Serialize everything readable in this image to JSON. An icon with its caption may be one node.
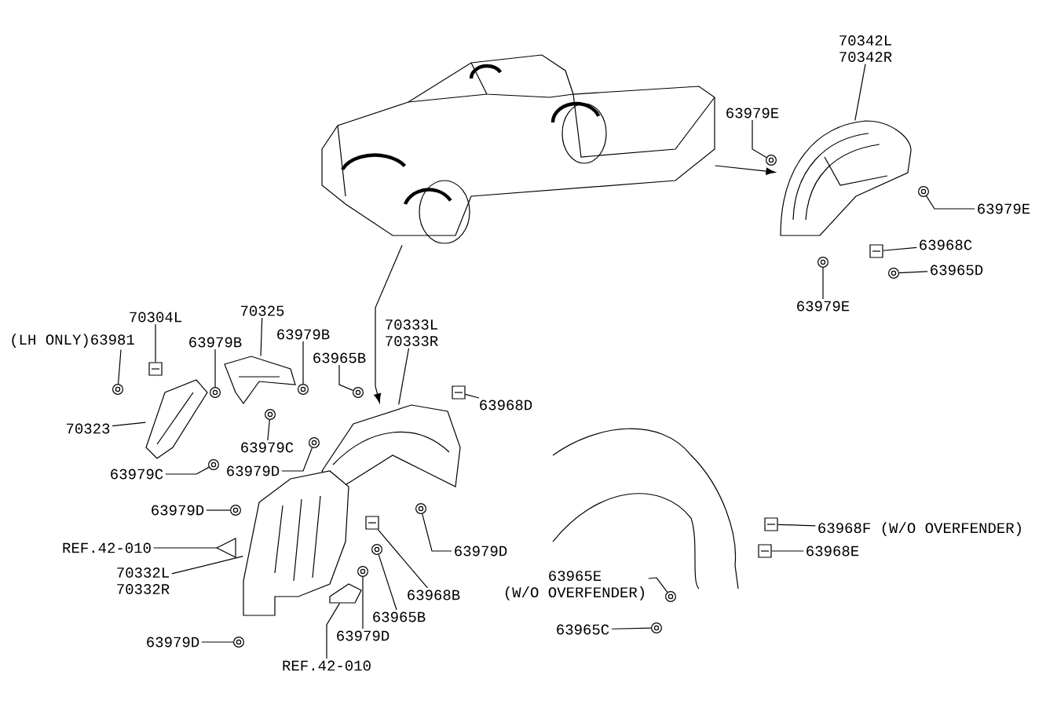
{
  "diagram": {
    "nodes": [
      {
        "text": [
          "70342L",
          "70342R"
        ]
      },
      {
        "text": [
          "63979E"
        ]
      },
      {
        "text": [
          "63979E"
        ]
      },
      {
        "text": [
          "63968C"
        ]
      },
      {
        "text": [
          "63965D"
        ]
      },
      {
        "text": [
          "63979E"
        ]
      },
      {
        "text": [
          "(LH ONLY)63981"
        ]
      },
      {
        "text": [
          "70304L"
        ]
      },
      {
        "text": [
          "63979B"
        ]
      },
      {
        "text": [
          "70325"
        ]
      },
      {
        "text": [
          "63979B"
        ]
      },
      {
        "text": [
          "63965B"
        ]
      },
      {
        "text": [
          "70333L",
          "70333R"
        ]
      },
      {
        "text": [
          "63968D"
        ]
      },
      {
        "text": [
          "70323"
        ]
      },
      {
        "text": [
          "63979C"
        ]
      },
      {
        "text": [
          "63979C"
        ]
      },
      {
        "text": [
          "63979D"
        ]
      },
      {
        "text": [
          "63979D"
        ]
      },
      {
        "text": [
          "REF.42-010"
        ]
      },
      {
        "text": [
          "70332L",
          "70332R"
        ]
      },
      {
        "text": [
          "63979D"
        ]
      },
      {
        "text": [
          "63968B"
        ]
      },
      {
        "text": [
          "63965B"
        ]
      },
      {
        "text": [
          "63979D"
        ]
      },
      {
        "text": [
          "63979D"
        ]
      },
      {
        "text": [
          "REF.42-010"
        ]
      },
      {
        "text": [
          "63968F (W/O OVERFENDER)"
        ]
      },
      {
        "text": [
          "63968E"
        ]
      },
      {
        "text": [
          "63965E",
          "(W/O OVERFENDER)"
        ]
      },
      {
        "text": [
          "63965C"
        ]
      },
      {
        "text": [],
        "shape": "picture"
      },
      {
        "text": [],
        "shape": "circle"
      },
      {
        "text": [],
        "shape": "circle"
      },
      {
        "text": [],
        "shape": "box"
      },
      {
        "text": [],
        "shape": "circle"
      },
      {
        "text": [],
        "shape": "circle"
      },
      {
        "text": [],
        "shape": "circle"
      },
      {
        "text": [],
        "shape": "box"
      },
      {
        "text": [],
        "shape": "circle"
      },
      {
        "text": [],
        "shape": "picture"
      },
      {
        "text": [],
        "shape": "circle"
      },
      {
        "text": [],
        "shape": "circle"
      },
      {
        "text": [],
        "shape": "picture"
      },
      {
        "text": [],
        "shape": "box"
      },
      {
        "text": [],
        "shape": "picture"
      },
      {
        "text": [],
        "shape": "circle"
      },
      {
        "text": [],
        "shape": "circle"
      },
      {
        "text": [],
        "shape": "circle"
      },
      {
        "text": [],
        "shape": "circle"
      },
      {
        "text": [],
        "shape": "picture"
      },
      {
        "text": [],
        "shape": "picture"
      },
      {
        "text": [],
        "shape": "circle"
      },
      {
        "text": [],
        "shape": "box"
      },
      {
        "text": [],
        "shape": "circle"
      },
      {
        "text": [],
        "shape": "circle"
      },
      {
        "text": [],
        "shape": "circle"
      },
      {
        "text": [],
        "shape": "picture"
      },
      {
        "text": [],
        "shape": "box"
      },
      {
        "text": [],
        "shape": "box"
      },
      {
        "text": [],
        "shape": "circle"
      },
      {
        "text": [],
        "shape": "circle"
      },
      {
        "text": [],
        "shape": "picture"
      }
    ],
    "edges": [
      {
        "from": 0,
        "to": 31,
        "arrow": "none"
      },
      {
        "from": 1,
        "to": 32,
        "arrow": "none"
      },
      {
        "from": 2,
        "to": 33,
        "arrow": "none"
      },
      {
        "from": 3,
        "to": 34,
        "arrow": "none"
      },
      {
        "from": 4,
        "to": 35,
        "arrow": "none"
      },
      {
        "from": 5,
        "to": 36,
        "arrow": "none"
      },
      {
        "from": 6,
        "to": 37,
        "arrow": "none"
      },
      {
        "from": 7,
        "to": 38,
        "arrow": "none"
      },
      {
        "from": 8,
        "to": 39,
        "arrow": "none"
      },
      {
        "from": 9,
        "to": 40,
        "arrow": "none"
      },
      {
        "from": 10,
        "to": 41,
        "arrow": "none"
      },
      {
        "from": 11,
        "to": 42,
        "arrow": "none"
      },
      {
        "from": 12,
        "to": 43,
        "arrow": "none"
      },
      {
        "from": 13,
        "to": 44,
        "arrow": "none"
      },
      {
        "from": 14,
        "to": 45,
        "arrow": "none"
      },
      {
        "from": 15,
        "to": 46,
        "arrow": "none"
      },
      {
        "from": 16,
        "to": 47,
        "arrow": "none"
      },
      {
        "from": 17,
        "to": 48,
        "arrow": "none"
      },
      {
        "from": 18,
        "to": 49,
        "arrow": "none"
      },
      {
        "from": 19,
        "to": 50,
        "arrow": "none"
      },
      {
        "from": 20,
        "to": 51,
        "arrow": "none"
      },
      {
        "from": 21,
        "to": 52,
        "arrow": "none"
      },
      {
        "from": 22,
        "to": 53,
        "arrow": "none"
      },
      {
        "from": 23,
        "to": 54,
        "arrow": "none"
      },
      {
        "from": 24,
        "to": 55,
        "arrow": "none"
      },
      {
        "from": 25,
        "to": 56,
        "arrow": "none"
      },
      {
        "from": 26,
        "to": 57,
        "arrow": "none"
      },
      {
        "from": 27,
        "to": 58,
        "arrow": "none"
      },
      {
        "from": 28,
        "to": 59,
        "arrow": "none"
      },
      {
        "from": 29,
        "to": 60,
        "arrow": "none"
      },
      {
        "from": 30,
        "to": 61,
        "arrow": "none"
      },
      {
        "from": 62,
        "to": 31,
        "arrow": "to"
      },
      {
        "from": 62,
        "to": 43,
        "arrow": "to"
      }
    ]
  }
}
